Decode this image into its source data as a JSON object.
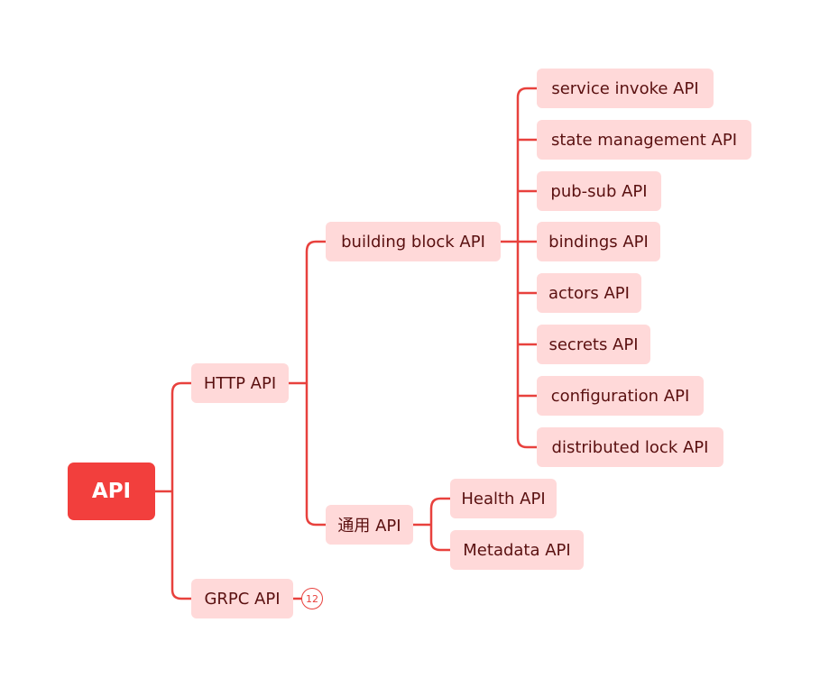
{
  "colors": {
    "edge": "#e8413d",
    "root_bg": "#f23f3d",
    "node_bg": "#ffd9d9",
    "node_text": "#5a1010"
  },
  "mindmap": {
    "root": "API",
    "http": "HTTP API",
    "grpc": "GRPC API",
    "grpc_collapsed_count": "12",
    "building_block": "building block API",
    "common": "通用 API",
    "building_block_children": [
      "service invoke API",
      "state management API",
      "pub-sub API",
      "bindings API",
      "actors API",
      "secrets API",
      "configuration API",
      "distributed lock API"
    ],
    "common_children": [
      "Health API",
      "Metadata API"
    ]
  }
}
